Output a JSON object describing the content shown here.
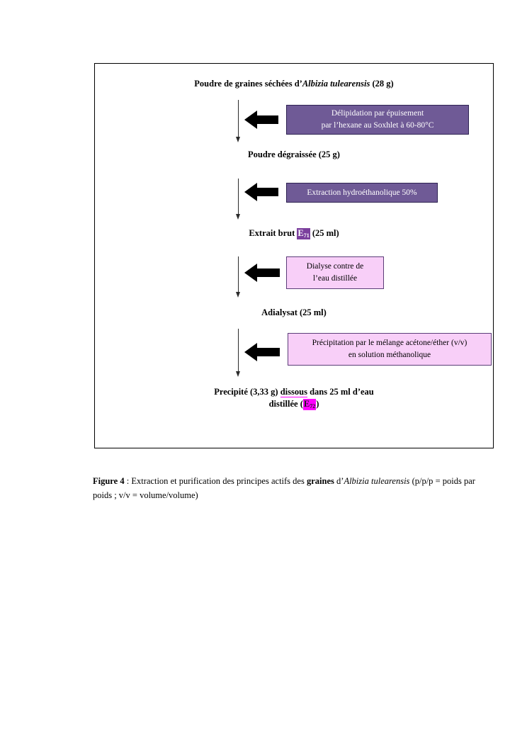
{
  "figure": {
    "frame_border_color": "#000000",
    "nodes": [
      {
        "id": "node-start",
        "text_before": "Poudre de graines séchées d’",
        "text_italic": "Albizia tulearensis",
        "text_after": " (28 g)"
      },
      {
        "id": "node-degreased",
        "text": "Poudre dégraissée (25 g)"
      },
      {
        "id": "node-crude-extract",
        "text_before": "Extrait brut ",
        "chip": {
          "base": "E",
          "sub": "71",
          "color": "#7B3F9D",
          "text_color": "#ffffff"
        },
        "text_after": " (25 ml)"
      },
      {
        "id": "node-adialysate",
        "text": "Adialysat (25 ml)"
      },
      {
        "id": "node-precipitate",
        "line1_a": "Precipité (3,33 g) ",
        "line1_underlined": "dissous",
        "line1_b": " dans 25 ml d’eau",
        "line2_before": "distillée (",
        "chip": {
          "base": "E",
          "sub": "72",
          "color": "#FF00FF",
          "text_color": "#1a1a1a"
        },
        "line2_after": ")"
      }
    ],
    "treatments": [
      {
        "id": "treatment-delipidation",
        "style": "purple",
        "fill": "#6F5A96",
        "border": "#2e2352",
        "line1": "Délipidation par épuisement",
        "line2": "par l’hexane au Soxhlet à 60-80°C"
      },
      {
        "id": "treatment-hydroethanolic-extraction",
        "style": "purple",
        "fill": "#6F5A96",
        "border": "#2e2352",
        "line1": "Extraction hydroéthanolique 50%",
        "line2": ""
      },
      {
        "id": "treatment-dialysis",
        "style": "pink",
        "fill": "#F8CFF8",
        "border": "#5b3d78",
        "line1": "Dialyse contre de",
        "line2": "l’eau distillée"
      },
      {
        "id": "treatment-precipitation",
        "style": "pink",
        "fill": "#F8CFF8",
        "border": "#5b3d78",
        "line1": "Précipitation par le mélange acétone/éther (v/v)",
        "line2": "en solution méthanolique"
      }
    ]
  },
  "caption": {
    "label": "Figure 4",
    "separator": " : ",
    "text_a": "Extraction et purification des principes actifs des ",
    "bold_word": "graines",
    "text_b": " d’",
    "italic_species": "Albizia tulearensis ",
    "text_c": "(p/p/p = poids par poids ; v/v = volume/volume)"
  }
}
